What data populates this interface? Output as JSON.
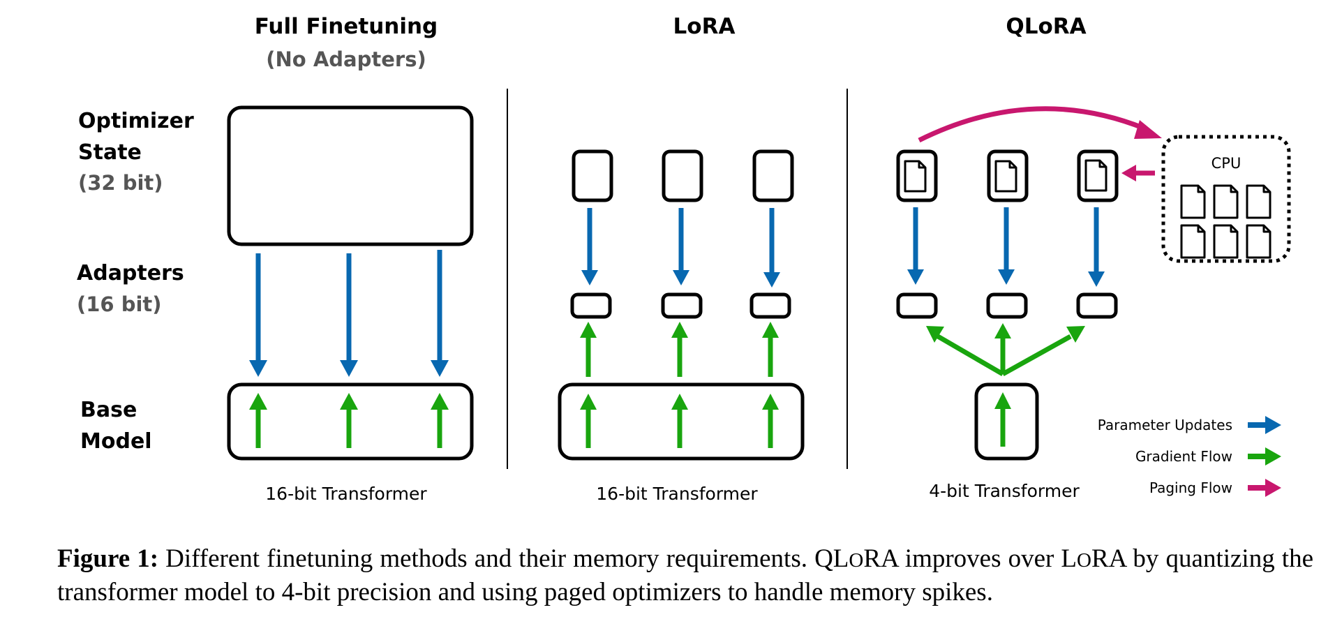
{
  "columns": [
    {
      "title": "Full Finetuning",
      "subtitle": "(No Adapters)",
      "base_label": "16-bit Transformer"
    },
    {
      "title": "LoRA",
      "base_label": "16-bit Transformer"
    },
    {
      "title": "QLoRA",
      "base_label": "4-bit Transformer"
    }
  ],
  "rows": [
    {
      "label_line1": "Optimizer",
      "label_line2": "State",
      "sublabel": "(32 bit)"
    },
    {
      "label_line1": "Adapters",
      "sublabel": "(16 bit)"
    },
    {
      "label_line1": "Base",
      "label_line2": "Model"
    }
  ],
  "cpu": {
    "label": "CPU",
    "page_count": 6
  },
  "legend": [
    {
      "label": "Parameter Updates",
      "color": "#0868B0"
    },
    {
      "label": "Gradient Flow",
      "color": "#19A50E"
    },
    {
      "label": "Paging Flow",
      "color": "#C8176E"
    }
  ],
  "caption": {
    "label": "Figure 1:",
    "text_before": " Different finetuning methods and their memory requirements. Q",
    "lora_L": "L",
    "lora_o": "O",
    "text_middle_1": "RA improves over L",
    "lora_o2": "O",
    "text_end": "RA by quantizing the transformer model to 4-bit precision and using paged optimizers to handle memory spikes."
  }
}
